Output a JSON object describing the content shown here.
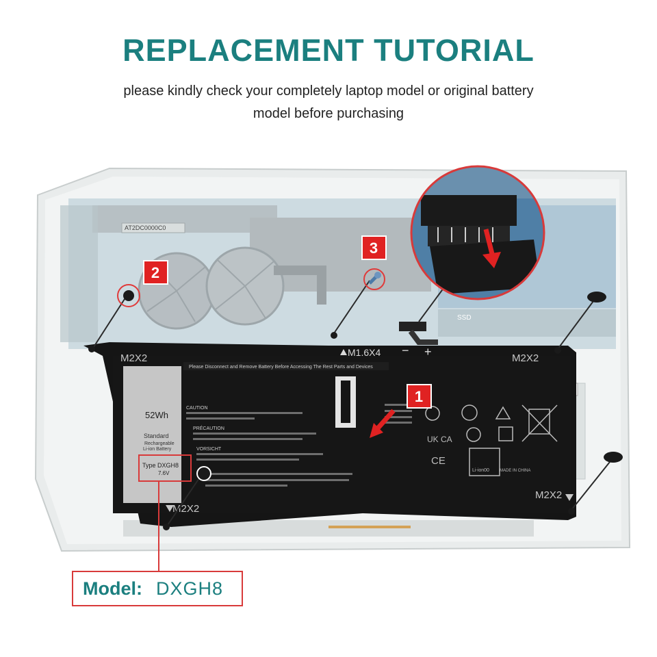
{
  "header": {
    "title": "REPLACEMENT TUTORIAL",
    "subtitle_line1": "please kindly check your completely laptop model or original battery",
    "subtitle_line2": "model before purchasing"
  },
  "steps": {
    "step1": "1",
    "step2": "2",
    "step3": "3"
  },
  "screws": {
    "top_left": "M2X2",
    "top_center": "M1.6X4",
    "top_right": "M2X2",
    "bottom_left": "M2X2",
    "bottom_right": "M2X2"
  },
  "board": {
    "ssd_label": "SSD",
    "sticker_text": "AT2DC0000C0"
  },
  "battery": {
    "capacity": "52Wh",
    "type_line1": "Standard",
    "type_line2": "Rechargeable",
    "type_line3": "Li-ion Battery",
    "model_type": "Type DXGH8",
    "voltage": "7.6V",
    "warning_header": "Please Disconnect and Remove Battery Before Accessing The Rest Parts and Devices",
    "caution_title": "CAUTION",
    "precaution_title": "PRÉCAUTION",
    "vorsicht_title": "VORSICHT",
    "ukca": "UK CA",
    "ce": "CE",
    "liion": "Li-ion00",
    "made_in": "MADE IN CHINA",
    "polarity_minus": "−",
    "polarity_plus": "+"
  },
  "model": {
    "label": "Model:",
    "value": "DXGH8"
  },
  "colors": {
    "accent_teal": "#1b7f7f",
    "callout_red": "#d83a3a",
    "battery_black": "#151515"
  }
}
